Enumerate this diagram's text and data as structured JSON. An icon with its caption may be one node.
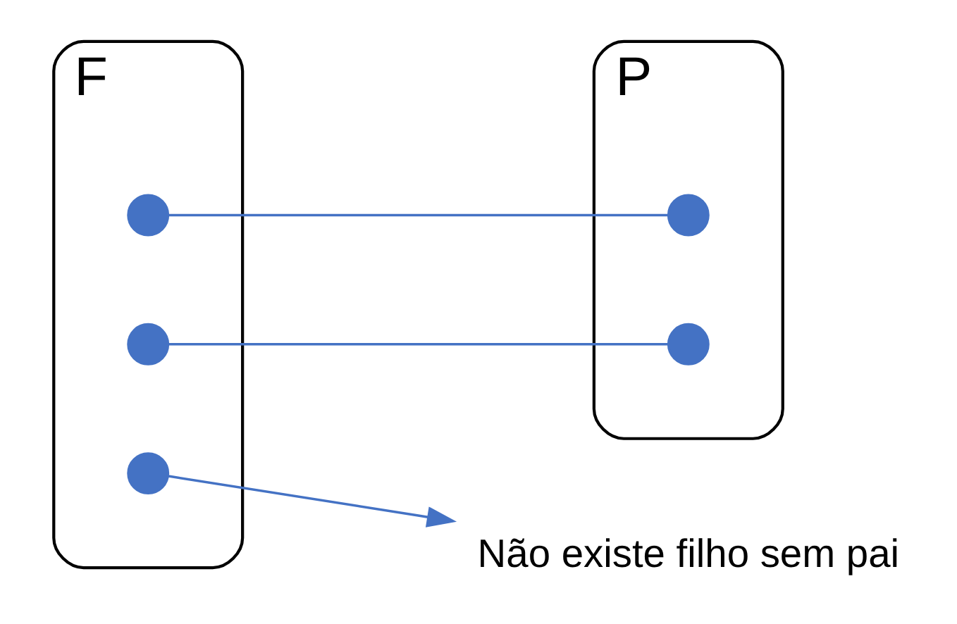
{
  "diagram": {
    "nodes": [
      {
        "text": [
          "F"
        ]
      },
      {
        "text": [],
        "shape": "circle",
        "in": 0
      },
      {
        "text": [],
        "shape": "circle",
        "in": 0
      },
      {
        "text": [],
        "shape": "circle",
        "in": 0
      },
      {
        "text": [
          "P"
        ]
      },
      {
        "text": [],
        "shape": "circle",
        "in": 4
      },
      {
        "text": [],
        "shape": "circle",
        "in": 4
      },
      {
        "text": [
          "Não existe filho sem pai"
        ]
      }
    ],
    "edges": [
      {
        "from": 1,
        "to": 5,
        "arrow": "none",
        "color": "#4472c4"
      },
      {
        "from": 2,
        "to": 6,
        "arrow": "none",
        "color": "#4472c4"
      },
      {
        "from": 3,
        "to": 7,
        "arrow": "to",
        "color": "#4472c4"
      }
    ]
  }
}
